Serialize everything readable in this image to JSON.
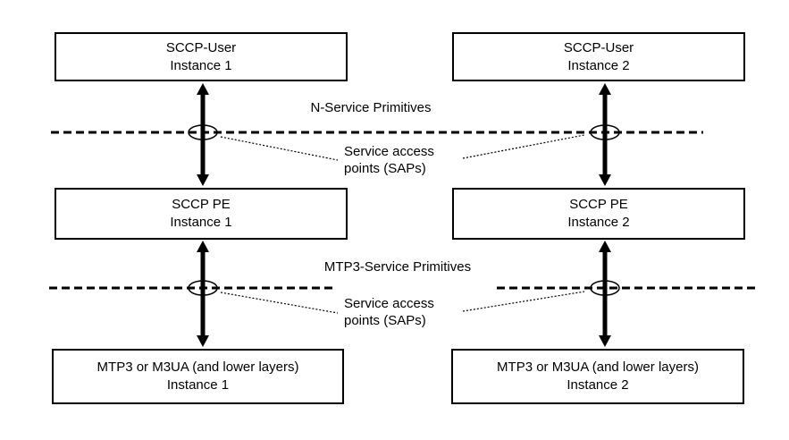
{
  "boxes": [
    {
      "line1": "SCCP-User",
      "line2": "Instance 1"
    },
    {
      "line1": "SCCP-User",
      "line2": "Instance 2"
    },
    {
      "line1": "SCCP PE",
      "line2": "Instance 1"
    },
    {
      "line1": "SCCP PE",
      "line2": "Instance 2"
    },
    {
      "line1": "MTP3 or M3UA (and lower layers)",
      "line2": "Instance 1"
    },
    {
      "line1": "MTP3 or M3UA (and lower layers)",
      "line2": "Instance 2"
    }
  ],
  "labels": {
    "n_service_primitives": "N-Service Primitives",
    "mtp3_service_primitives": "MTP3-Service Primitives",
    "sap_top": "Service access points (SAPs)",
    "sap_bottom": "Service access points (SAPs)"
  },
  "icons": {
    "sap_symbol": "ellipse-sap-marker",
    "interface_arrow": "double-headed-vertical-arrow",
    "sap_boundary": "horizontal-dashed-line",
    "callout": "dotted-leader-line"
  },
  "colors": {
    "line": "#000000",
    "text": "#000000",
    "background": "#ffffff"
  }
}
